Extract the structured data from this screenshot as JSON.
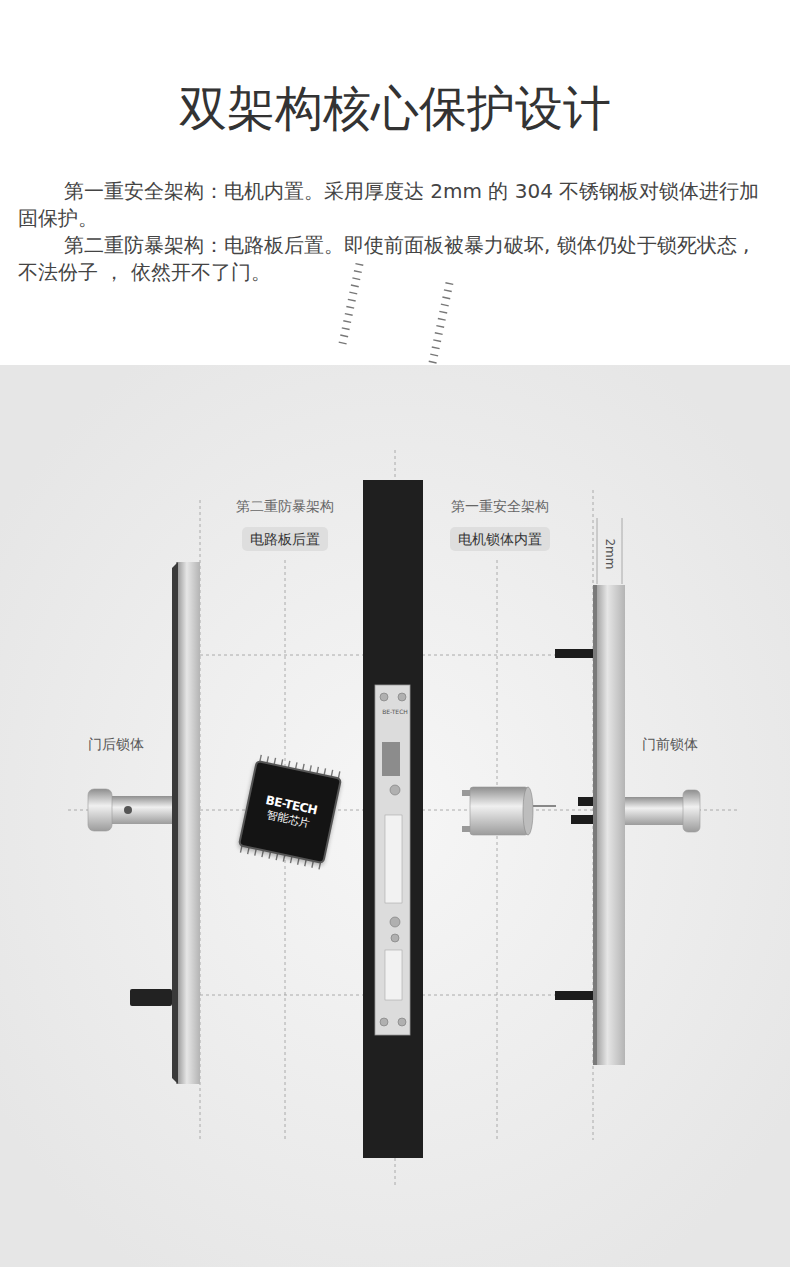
{
  "diagram": {
    "title": "双架构核心保护设计",
    "nodes": [
      {
        "text": [
          "第二重防暴架构",
          "电路板后置"
        ]
      },
      {
        "text": [
          "第一重安全架构",
          "电机锁体内置"
        ]
      },
      {
        "text": [
          "BE-TECH",
          "智能芯片"
        ]
      }
    ],
    "labels": [
      "第一重安全架构：电机内置。采用厚度达 2mm 的 304 不锈钢板对锁体进行加固保护。",
      "第二重防暴架构：电路板后置。即使前面板被暴力破坏, 锁体仍处于锁死状态 , 不法份子 ， 依然开不了门。",
      "门后锁体",
      "门前锁体",
      "2mm",
      "BE-TECH"
    ]
  }
}
